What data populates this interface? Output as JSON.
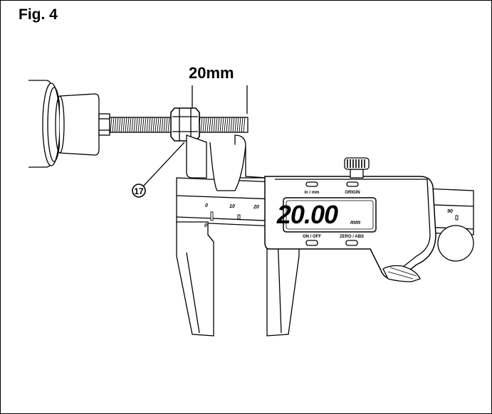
{
  "figure": {
    "title": "Fig. 4",
    "dimension_label": "20mm",
    "callout_number": "17"
  },
  "caliper": {
    "display_reading": "20.00",
    "display_unit": "mm",
    "btn_inmm_label": "in / mm",
    "btn_origin_label": "ORIGIN",
    "btn_onoff_label": "ON / OFF",
    "btn_zeroabs_label": "ZERO / ABS",
    "scale_0": "0",
    "scale_10": "10",
    "scale_20": "20",
    "scale_90": "90",
    "vernier_0": "0"
  }
}
